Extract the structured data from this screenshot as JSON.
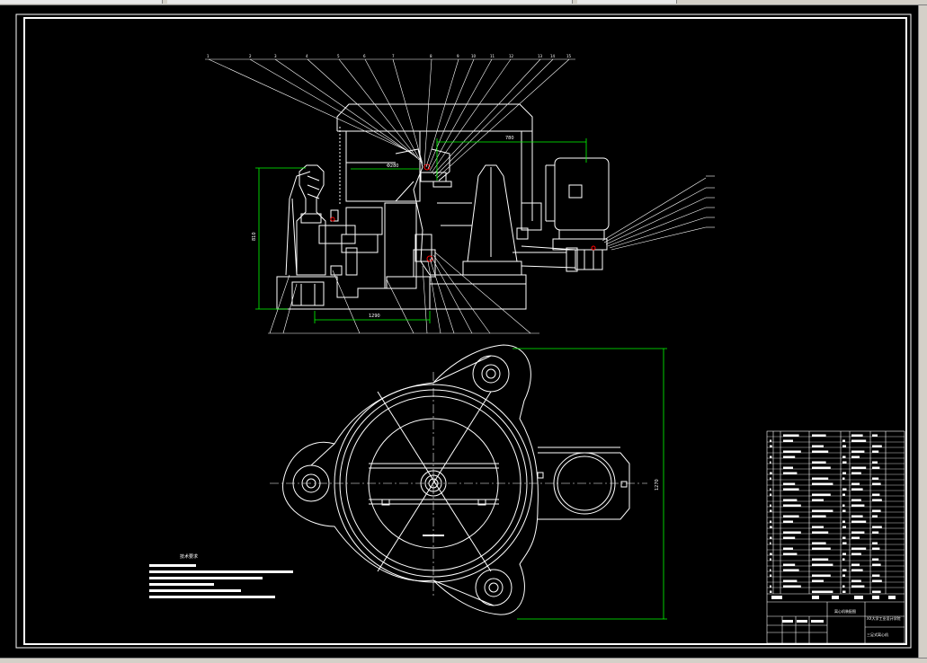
{
  "window": {
    "background": "#000000",
    "line_color": "#ffffff",
    "dimension_color": "#00ff00",
    "accent_color": "#ff0000"
  },
  "drawing": {
    "dim_top_width": "780",
    "dim_inner": "Φ280",
    "dim_height": "810",
    "dim_base_width": "1290",
    "dim_plan_height": "1270",
    "text_box_title": "技术要求",
    "title_block_name": "离心机装配图",
    "title_block_school": "XX大学工业设计学院",
    "title_block_sub": "三足式离心机"
  }
}
